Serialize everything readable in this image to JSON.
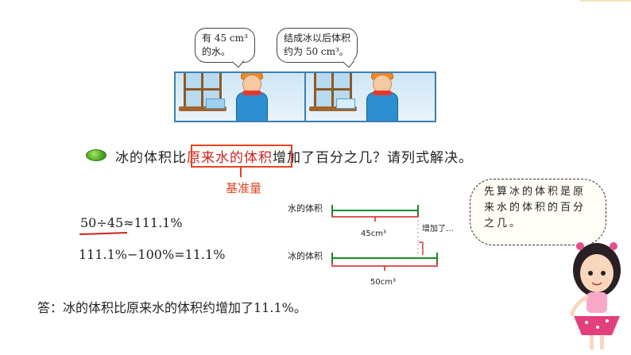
{
  "illustration": {
    "bubble1": {
      "line1": "有 45 cm³",
      "line2": "的水。"
    },
    "bubble2": {
      "line1": "结成冰以后体积",
      "line2": "约为 50 cm³。"
    }
  },
  "question": {
    "pre": "冰的体积比",
    "highlight": "原来水的体积",
    "post": "增加了百分之几？请列式解决。",
    "baseline_label": "基准量"
  },
  "calculation": {
    "step1": "50÷45≈111.1%",
    "step2": "111.1%−100%=11.1%"
  },
  "diagram": {
    "water_label": "水的体积",
    "water_value": "45cm³",
    "ice_label": "冰的体积",
    "ice_value": "50cm³",
    "increase_label": "增加了…",
    "colors": {
      "segment": "#1c8a2a",
      "increase": "#d02020"
    }
  },
  "hint": {
    "text": "先算冰的体积是原来水的体积的百分之几。"
  },
  "answer": {
    "text": "答：冰的体积比原来水的体积约增加了11.1%。"
  }
}
